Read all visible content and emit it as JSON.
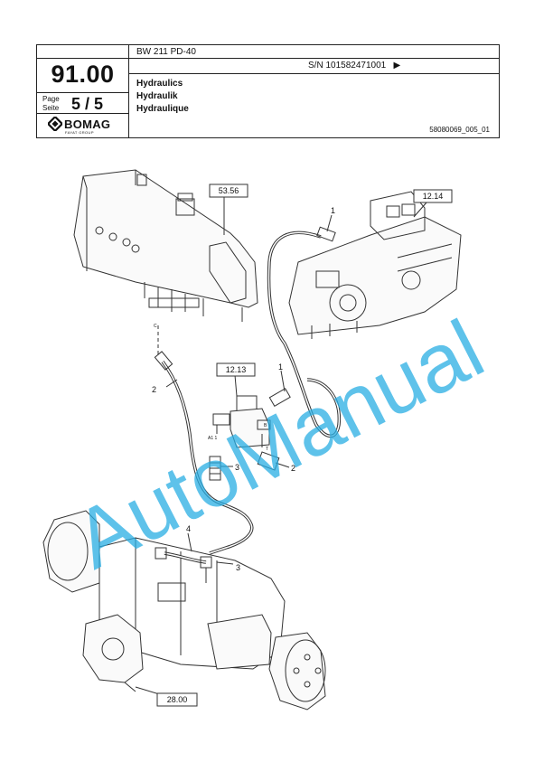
{
  "header": {
    "model": "BW 211 PD-40",
    "serial": "S/N 101582471001",
    "section_number": "91.00",
    "page_label_en": "Page",
    "page_label_de": "Seite",
    "page": "5 / 5",
    "logo_text": "BOMAG",
    "logo_subtext": "FAYAT GROUP",
    "titles": [
      "Hydraulics",
      "Hydraulik",
      "Hydraulique"
    ],
    "document_number": "58080069_005_01"
  },
  "callouts": {
    "ref_tank": "53.56",
    "ref_pump": "12.14",
    "ref_valve": "12.13",
    "ref_axle": "28.00",
    "item_1a": "1",
    "item_1b": "1",
    "item_2a": "2",
    "item_2b": "2",
    "item_3a": "3",
    "item_3b": "3",
    "item_4": "4",
    "port_a1": "A1 1",
    "port_b": "B",
    "port_t": "T",
    "port_c": "C"
  },
  "watermark": "AutoManual"
}
